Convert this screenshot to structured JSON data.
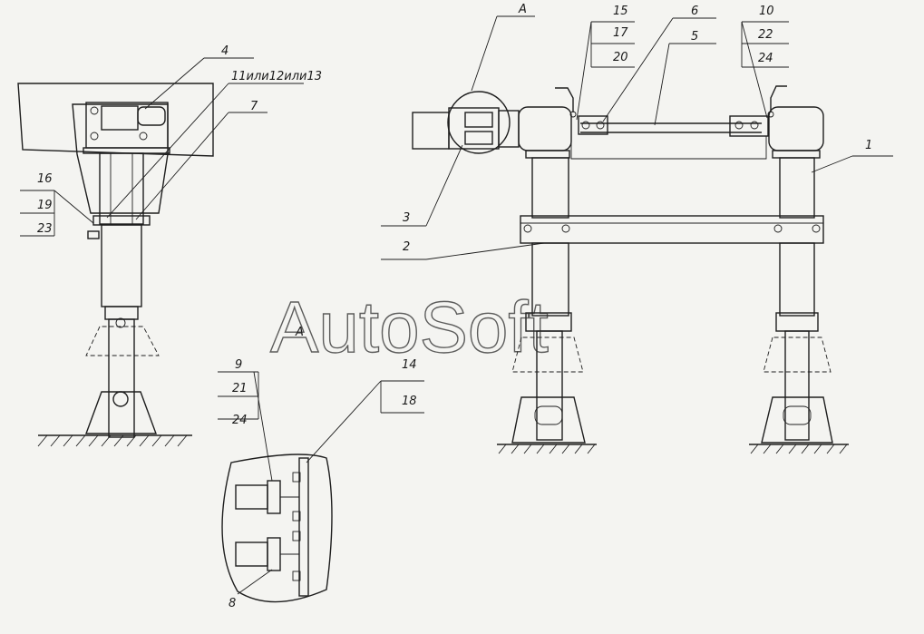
{
  "watermark": "AutoSoft",
  "view_labels": {
    "view_a_top": "A",
    "view_a_detail": "A"
  },
  "callouts": {
    "c1": "1",
    "c2": "2",
    "c3": "3",
    "c4": "4",
    "c5": "5",
    "c6": "6",
    "c7": "7",
    "c8": "8",
    "c9": "9",
    "c10": "10",
    "c11_12_13": "11или12или13",
    "c14": "14",
    "c15": "15",
    "c16": "16",
    "c17": "17",
    "c18": "18",
    "c19": "19",
    "c20": "20",
    "c21": "21",
    "c22": "22",
    "c23": "23",
    "c24_left": "24",
    "c24_right": "24"
  }
}
